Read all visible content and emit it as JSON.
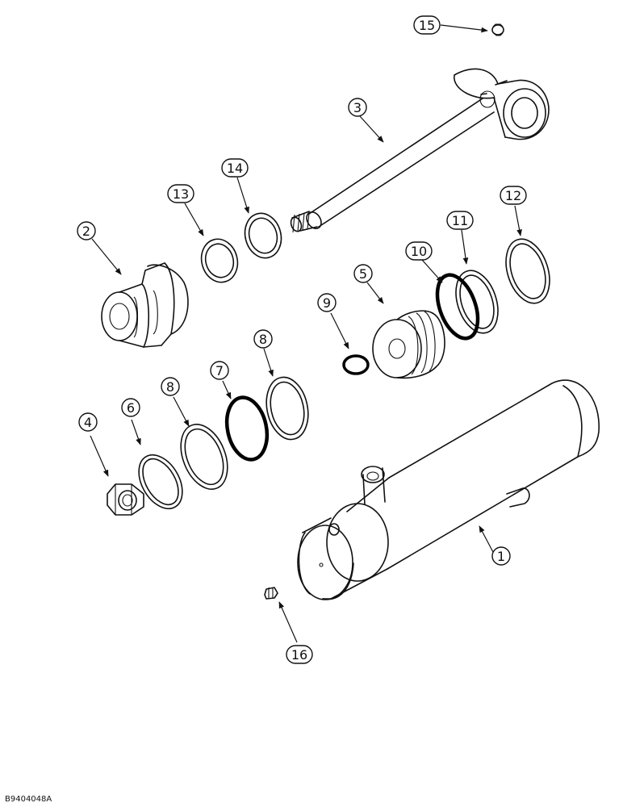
{
  "diagram": {
    "figure_id": "B9404048A",
    "callouts": [
      {
        "id": "1",
        "label": "1"
      },
      {
        "id": "2",
        "label": "2"
      },
      {
        "id": "3",
        "label": "3"
      },
      {
        "id": "4",
        "label": "4"
      },
      {
        "id": "5",
        "label": "5"
      },
      {
        "id": "6",
        "label": "6"
      },
      {
        "id": "7",
        "label": "7"
      },
      {
        "id": "8a",
        "label": "8"
      },
      {
        "id": "8b",
        "label": "8"
      },
      {
        "id": "9",
        "label": "9"
      },
      {
        "id": "10",
        "label": "10"
      },
      {
        "id": "11",
        "label": "11"
      },
      {
        "id": "12",
        "label": "12"
      },
      {
        "id": "13",
        "label": "13"
      },
      {
        "id": "14",
        "label": "14"
      },
      {
        "id": "15",
        "label": "15"
      },
      {
        "id": "16",
        "label": "16"
      }
    ]
  }
}
